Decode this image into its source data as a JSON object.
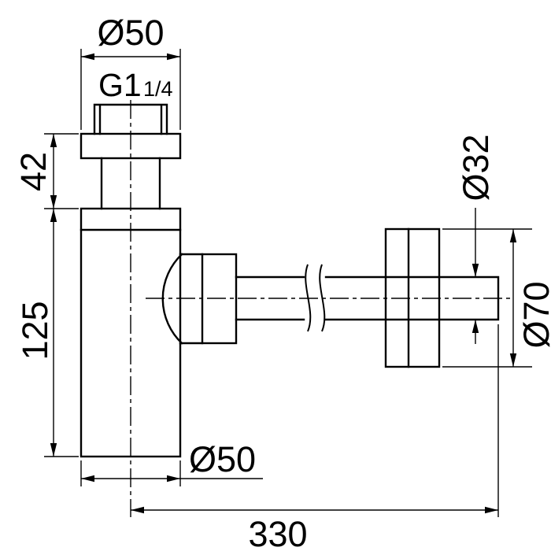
{
  "page": {
    "background": "#ffffff"
  },
  "drawing": {
    "name": "bottle-trap-dimension-drawing",
    "line_color": "#000000",
    "labels": {
      "top_diameter": "Ø50",
      "thread": "G1",
      "thread_fraction": "1/4",
      "inlet_height": "42",
      "body_height": "125",
      "outlet_pipe_diameter": "Ø32",
      "wall_flange_diameter": "Ø70",
      "body_diameter": "Ø50",
      "overall_length": "330"
    },
    "dimensions_mm": {
      "top_diameter": 50,
      "inlet_height": 42,
      "body_height": 125,
      "outlet_pipe_diameter": 32,
      "wall_flange_diameter": 70,
      "body_diameter": 50,
      "overall_length": 330
    }
  }
}
